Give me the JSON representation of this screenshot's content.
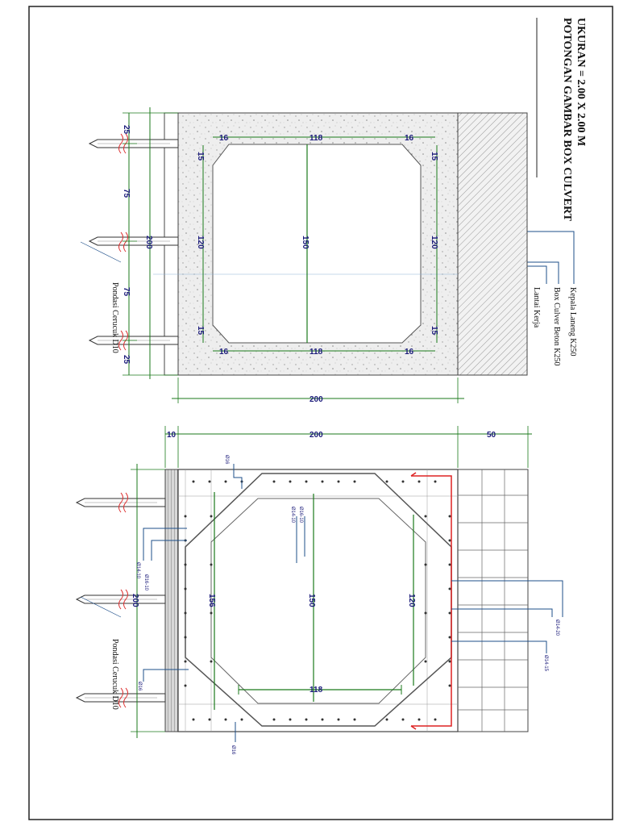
{
  "title": {
    "line1": "POTONGAN GAMBAR BOX CULVERT",
    "line2": "UKURAN = 2.00 X 2.00 M"
  },
  "legend": {
    "kepala": "Kepala Laneng K250",
    "box": "Box Culver Beton K250",
    "lantai": "Lantai Kerja"
  },
  "top_view": {
    "pile_label": "Pondasi Cerucuk D10",
    "dims": {
      "haunch": "16",
      "inner_width": "118",
      "side": "15",
      "wall_height": "120",
      "inner_height": "150",
      "total_height": "200",
      "total_width": "200",
      "pile_edge": "25",
      "pile_spacing": "75"
    }
  },
  "bottom_view": {
    "pile_label": "Pondasi Cerucuk D10",
    "dims": {
      "left_offset": "10",
      "width": "200",
      "right_ext": "50",
      "height_left": "200",
      "height_156": "156",
      "height_150": "150",
      "height_120": "120",
      "width_118": "118"
    },
    "rebar": {
      "r1": "Ø16",
      "r2": "Ø14-10",
      "r3": "Ø16-10",
      "r4": "Ø14-10",
      "r5": "Ø16-10",
      "r6": "Ø14-20",
      "r7": "Ø14-15",
      "r8": "Ø16",
      "r9": "Ø16"
    }
  }
}
